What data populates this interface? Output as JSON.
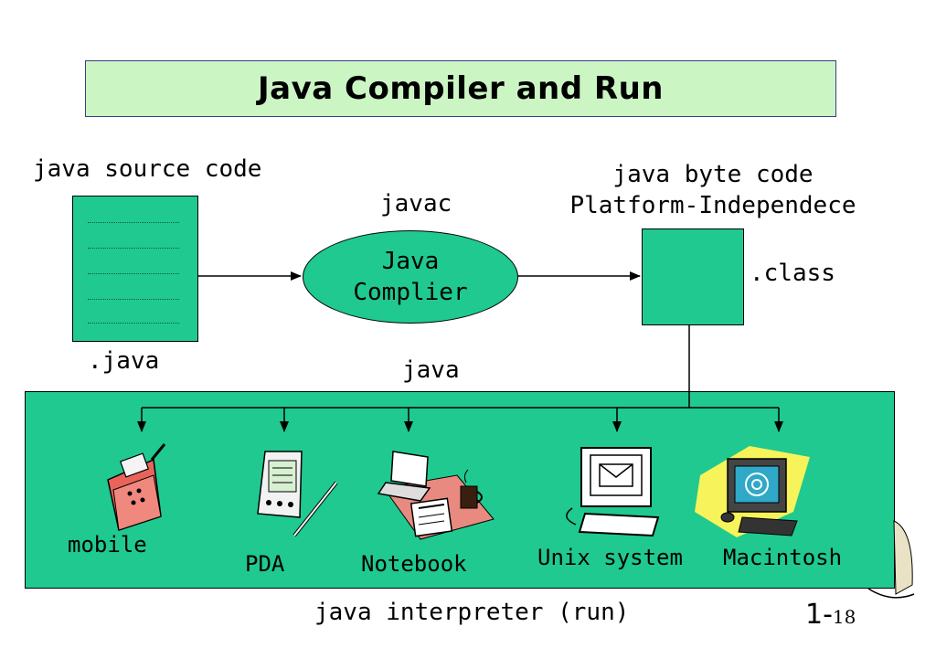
{
  "title": "Java Compiler and Run",
  "source": {
    "heading": "java source code",
    "extension": ".java"
  },
  "compiler": {
    "command": "javac",
    "label_line1": "Java",
    "label_line2": "Complier"
  },
  "bytecode": {
    "heading_line1": "java byte code",
    "heading_line2": "Platform-Independece",
    "extension": ".class"
  },
  "runtime": {
    "command": "java",
    "caption": "java interpreter (run)"
  },
  "platforms": [
    {
      "label": "mobile",
      "icon": "mobile-phone-icon"
    },
    {
      "label": "PDA",
      "icon": "pda-icon"
    },
    {
      "label": "Notebook",
      "icon": "notebook-icon"
    },
    {
      "label": "Unix system",
      "icon": "unix-computer-icon"
    },
    {
      "label": "Macintosh",
      "icon": "macintosh-computer-icon"
    }
  ],
  "page": {
    "number_prefix": "1-",
    "number": "18"
  },
  "colors": {
    "box_fill": "#1fc98f",
    "title_fill": "#ccf5c4",
    "title_border": "#3a3a8a"
  }
}
